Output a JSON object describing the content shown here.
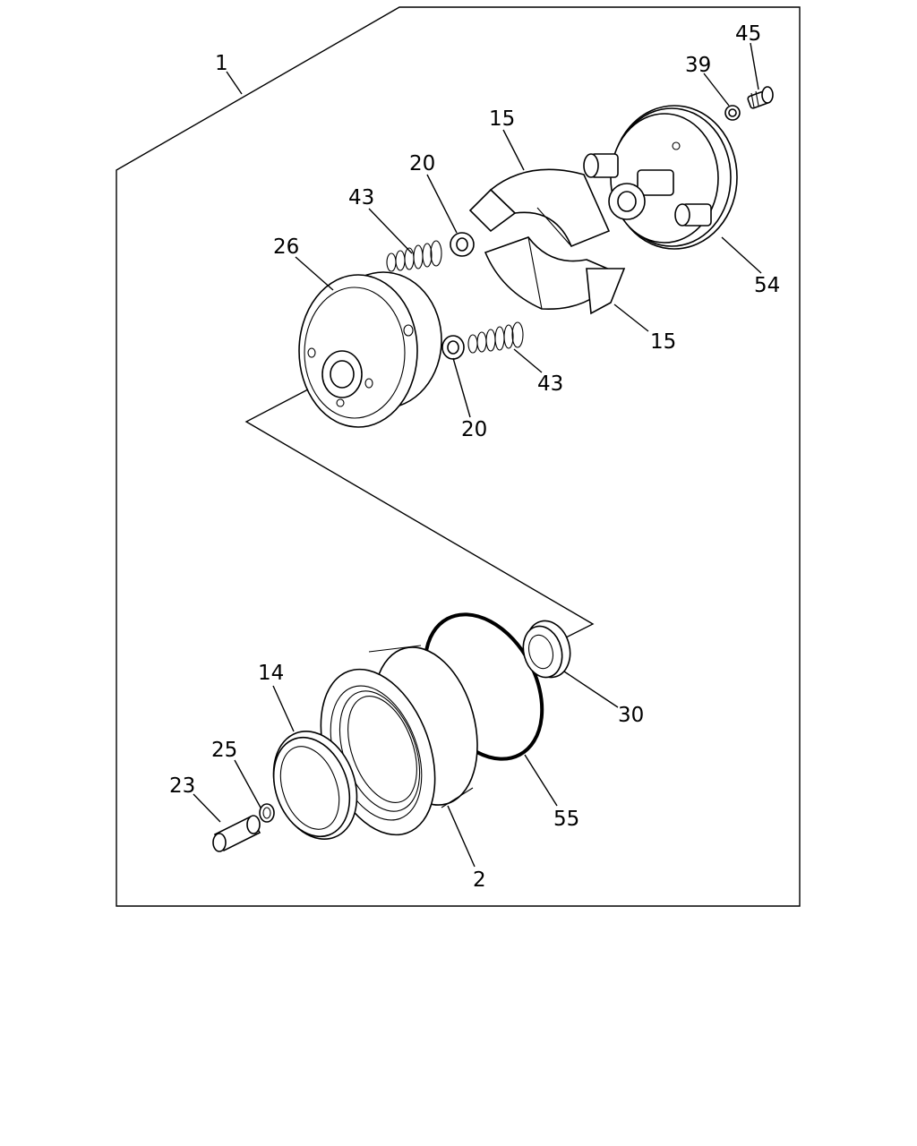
{
  "diagram": {
    "type": "exploded-parts-diagram",
    "callouts": {
      "c1": "1",
      "c45": "45",
      "c39": "39",
      "c15a": "15",
      "c20a": "20",
      "c43a": "43",
      "c26": "26",
      "c54": "54",
      "c15b": "15",
      "c43b": "43",
      "c20b": "20",
      "c14": "14",
      "c25": "25",
      "c23": "23",
      "c30": "30",
      "c55": "55",
      "c2": "2"
    }
  }
}
